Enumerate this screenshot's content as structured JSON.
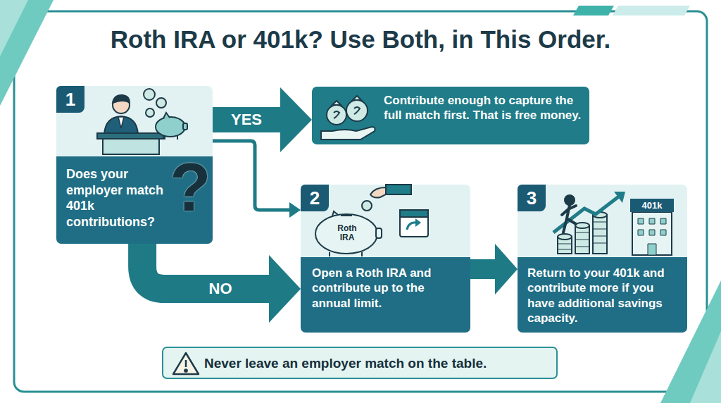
{
  "diagram": {
    "title": "Roth IRA or 401k? Use Both, in This Order.",
    "nodes": [
      {
        "text": [
          "1",
          "Does your employer match 401k contributions?",
          "?"
        ]
      },
      {
        "text": [
          "Contribute enough to capture the full match first. That is free money."
        ]
      },
      {
        "text": [
          "2",
          "Roth IRA",
          "Open a Roth IRA and contribute up to the annual limit."
        ]
      },
      {
        "text": [
          "3",
          "401k",
          "Return to your 401k and contribute more if you have additional savings capacity."
        ]
      },
      {
        "text": [
          "Never leave an employer match on the table."
        ]
      }
    ],
    "edges": [
      {
        "from": 0,
        "to": 1,
        "label": "YES",
        "arrow": "to"
      },
      {
        "from": 0,
        "to": 2,
        "arrow": "to"
      },
      {
        "from": 0,
        "to": 2,
        "label": "NO",
        "arrow": "to"
      },
      {
        "from": 2,
        "to": 3,
        "arrow": "to"
      }
    ]
  }
}
